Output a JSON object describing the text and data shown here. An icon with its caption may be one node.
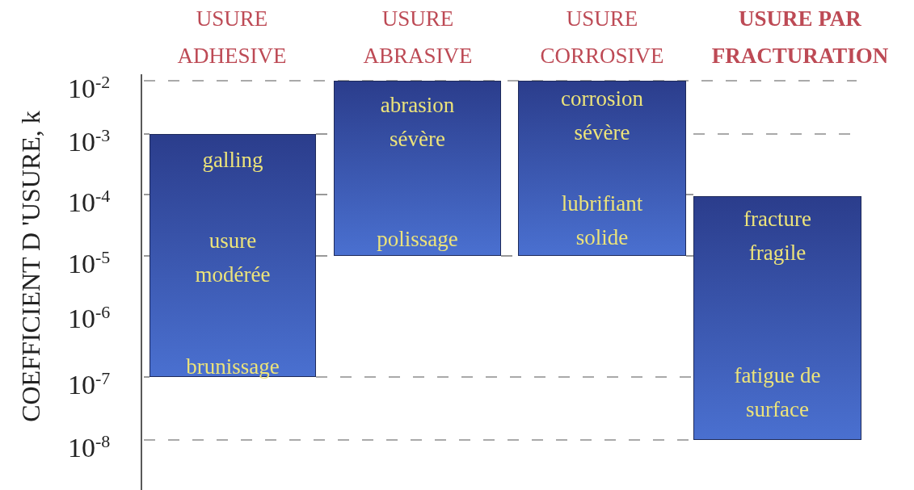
{
  "diagram": {
    "nodes": [
      {
        "text": [
          "galling",
          "usure modérée",
          "brunissage"
        ]
      },
      {
        "text": [
          "abrasion sévère",
          "polissage"
        ]
      },
      {
        "text": [
          "corrosion sévère",
          "lubrifiant solide"
        ]
      },
      {
        "text": [
          "fracture fragile",
          "fatigue de surface"
        ]
      }
    ],
    "edges": [],
    "labels": [
      "USURE ADHESIVE",
      "USURE ABRASIVE",
      "USURE CORROSIVE",
      "USURE PAR FRACTURATION",
      "COEFFICIENT D 'USURE, k",
      "10$^{-2}$",
      "10$^{-3}$",
      "10$^{-4}$",
      "10$^{-5}$",
      "10$^{-6}$",
      "10$^{-7}$",
      "10$^{-8}$"
    ]
  }
}
